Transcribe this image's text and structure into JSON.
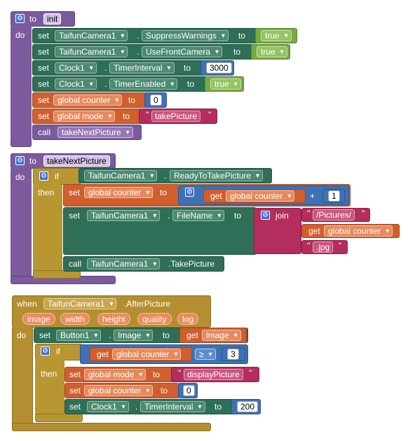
{
  "kw": {
    "to": "to",
    "do": "do",
    "set": "set",
    "call": "call",
    "if": "if",
    "then": "then",
    "get": "get",
    "join": "join",
    "when": "when",
    "dot": ".",
    "plus": "+",
    "gte": "≥",
    "quote": "\""
  },
  "init": {
    "name": "init",
    "s1": {
      "comp": "TaifunCamera1",
      "prop": "SuppressWarnings",
      "val": "true"
    },
    "s2": {
      "comp": "TaifunCamera1",
      "prop": "UseFrontCamera",
      "val": "true"
    },
    "s3": {
      "comp": "Clock1",
      "prop": "TimerInterval",
      "val": "3000"
    },
    "s4": {
      "comp": "Clock1",
      "prop": "TimerEnabled",
      "val": "true"
    },
    "s5": {
      "var": "global counter",
      "val": "0"
    },
    "s6": {
      "var": "global mode",
      "val": "takePicture"
    },
    "call": "takeNextPicture"
  },
  "tnp": {
    "name": "takeNextPicture",
    "cond": {
      "comp": "TaifunCamera1",
      "prop": "ReadyToTakePicture"
    },
    "s1": {
      "var": "global counter",
      "getvar": "global counter",
      "add": "1"
    },
    "s2": {
      "comp": "TaifunCamera1",
      "prop": "FileName",
      "t1": "/Pictures/",
      "getvar": "global counter",
      "t2": ".jpg"
    },
    "call": {
      "comp": "TaifunCamera1",
      "method": ".TakePicture"
    }
  },
  "after": {
    "comp": "TaifunCamera1",
    "event": ".AfterPicture",
    "params": [
      "image",
      "width",
      "height",
      "quality",
      "log"
    ],
    "s1": {
      "comp": "Button1",
      "prop": "Image",
      "getvar": "image"
    },
    "cond": {
      "getvar": "global counter",
      "op": "≥",
      "num": "3"
    },
    "s2": {
      "var": "global mode",
      "val": "displayPicture"
    },
    "s3": {
      "var": "global counter",
      "val": "0"
    },
    "s4": {
      "comp": "Clock1",
      "prop": "TimerInterval",
      "val": "200"
    }
  },
  "colors": {
    "procedure": "#7c5a9e",
    "control": "#b89632",
    "event": "#b38f31",
    "component": "#2f6f57",
    "variable": "#d05f2d",
    "text": "#b32d5e",
    "logic": "#77ab41",
    "math": "#3f71b5"
  }
}
